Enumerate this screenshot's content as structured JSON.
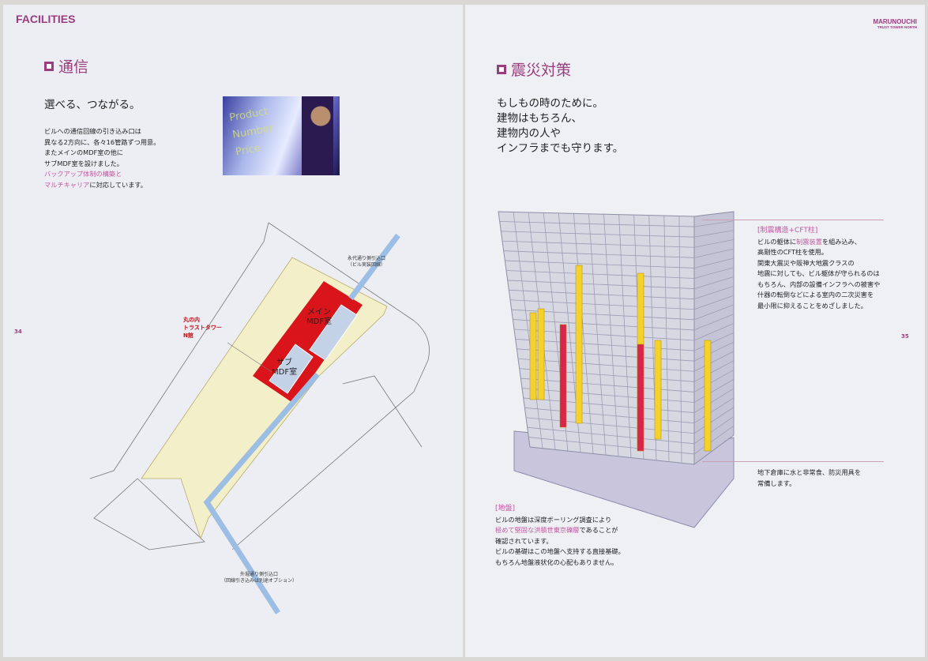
{
  "left_page": {
    "section_label": "FACILITIES",
    "heading": "通信",
    "lead": "選べる、つながる。",
    "body_lines": [
      "ビルへの通信回線の引き込み口は",
      "異なる2方向に、各々16管路ずつ用意。",
      "またメインのMDF室の他に",
      "サブMDF室を設けました。"
    ],
    "highlight_lines": [
      "バックアップ体制の構築と"
    ],
    "last_line_pink": "マルチキャリア",
    "last_line_rest": "に対応しています。",
    "page_number": "34",
    "photo_text": "Product Number Price",
    "diagram": {
      "building_label": [
        "丸の内",
        "トラストタワー",
        "N館"
      ],
      "main_room": [
        "メイン",
        "MDF室"
      ],
      "sub_room": [
        "サブ",
        "MDF室"
      ],
      "entry_north": [
        "永代通り側引込口",
        "（ビル実装回線）"
      ],
      "entry_south": [
        "外堀通り側引込口",
        "（回線引き込みは別途オプション）"
      ]
    }
  },
  "right_page": {
    "brand": "MARUNOUCHI",
    "brand_sub": "TRUST TOWER NORTH",
    "heading": "震災対策",
    "lead_lines": [
      "もしもの時のために。",
      "建物はもちろん、",
      "建物内の人や",
      "インフラまでも守ります。"
    ],
    "seismic": {
      "title": "[制震構造+CFT柱]",
      "line1_pre": "ビルの躯体に",
      "line1_pink": "制震装置",
      "line1_post": "を組み込み、",
      "lines": [
        "高剛性のCFT柱を使用。",
        "関東大震災や阪神大地震クラスの",
        "地震に対しても、ビル躯体が守られるのは",
        "もちろん、内部の設備インフラへの被害や",
        "什器の転倒などによる室内の二次災害を",
        "最小限に抑えることをめざしました。"
      ]
    },
    "basement": {
      "lines": [
        "地下倉庫に水と非常食、防災用具を",
        "常備します。"
      ]
    },
    "ground": {
      "title": "[地盤]",
      "line1": "ビルの地盤は深度ボーリング調査により",
      "line2_pink": "極めて堅固な洪積世東京礫層",
      "line2_post": "であることが",
      "lines": [
        "確認されています。",
        "ビルの基礎はこの地盤へ支持する直接基礎。",
        "もちろん地盤液状化の心配もありません。"
      ]
    },
    "page_number": "35"
  },
  "colors": {
    "accent": "#9a3d7e",
    "pink": "#c05aa0",
    "site": "#f3efc9",
    "building": "#d9141b",
    "room": "#c4d2e8",
    "cable": "#9cbde4",
    "column_yellow": "#f4d22a",
    "column_red": "#d9254a"
  }
}
